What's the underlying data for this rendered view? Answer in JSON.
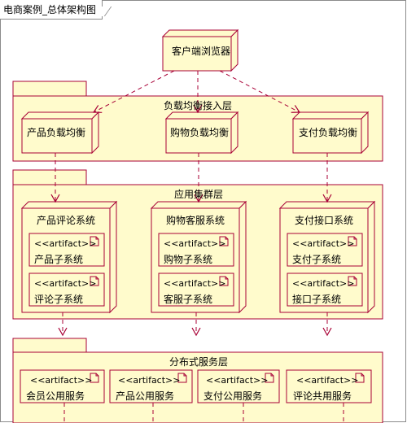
{
  "frame_title": "电商案例_总体架构图",
  "client": {
    "label": "客户端浏览器"
  },
  "layers": [
    {
      "label": "负载均衡接入层"
    },
    {
      "label": "应用集群层"
    },
    {
      "label": "分布式服务层"
    }
  ],
  "load_balancers": [
    {
      "label": "产品负载均衡"
    },
    {
      "label": "购物负载均衡"
    },
    {
      "label": "支付负载均衡"
    }
  ],
  "systems": [
    {
      "label": "产品评论系统",
      "artifacts": [
        {
          "stereotype": "<<artifact>>",
          "label": "产品子系统"
        },
        {
          "stereotype": "<<artifact>>",
          "label": "评论子系统"
        }
      ]
    },
    {
      "label": "购物客服系统",
      "artifacts": [
        {
          "stereotype": "<<artifact>>",
          "label": "购物子系统"
        },
        {
          "stereotype": "<<artifact>>",
          "label": "客服子系统"
        }
      ]
    },
    {
      "label": "支付接口系统",
      "artifacts": [
        {
          "stereotype": "<<artifact>>",
          "label": "支付子系统"
        },
        {
          "stereotype": "<<artifact>>",
          "label": "接口子系统"
        }
      ]
    }
  ],
  "services": [
    {
      "stereotype": "<<artifact>>",
      "label": "会员公用服务"
    },
    {
      "stereotype": "<<artifact>>",
      "label": "产品公用服务"
    },
    {
      "stereotype": "<<artifact>>",
      "label": "支付公用服务"
    },
    {
      "stereotype": "<<artifact>>",
      "label": "评论共用服务"
    }
  ],
  "colors": {
    "fill": "#fffbcc",
    "stroke": "#a80036",
    "frame": "#8b8b8b"
  }
}
